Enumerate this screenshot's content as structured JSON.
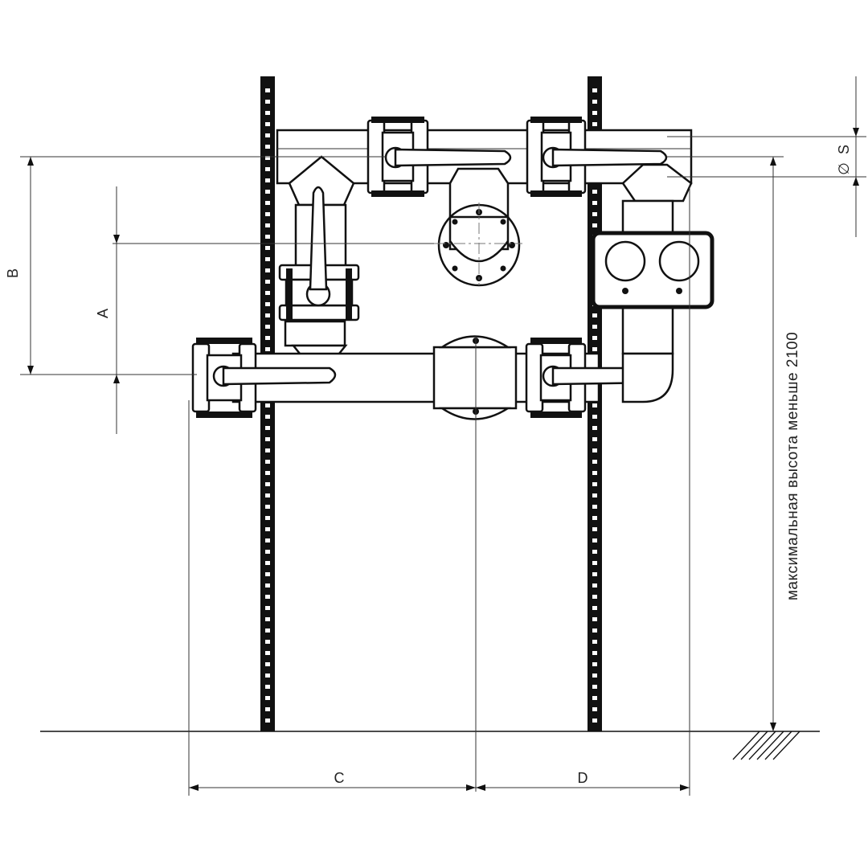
{
  "diagram": {
    "dimensions": {
      "a": "A",
      "b": "B",
      "c": "C",
      "d": "D",
      "s": "S",
      "diameter_symbol": "∅"
    },
    "height_note": "максимальная высота меньше 2100"
  }
}
